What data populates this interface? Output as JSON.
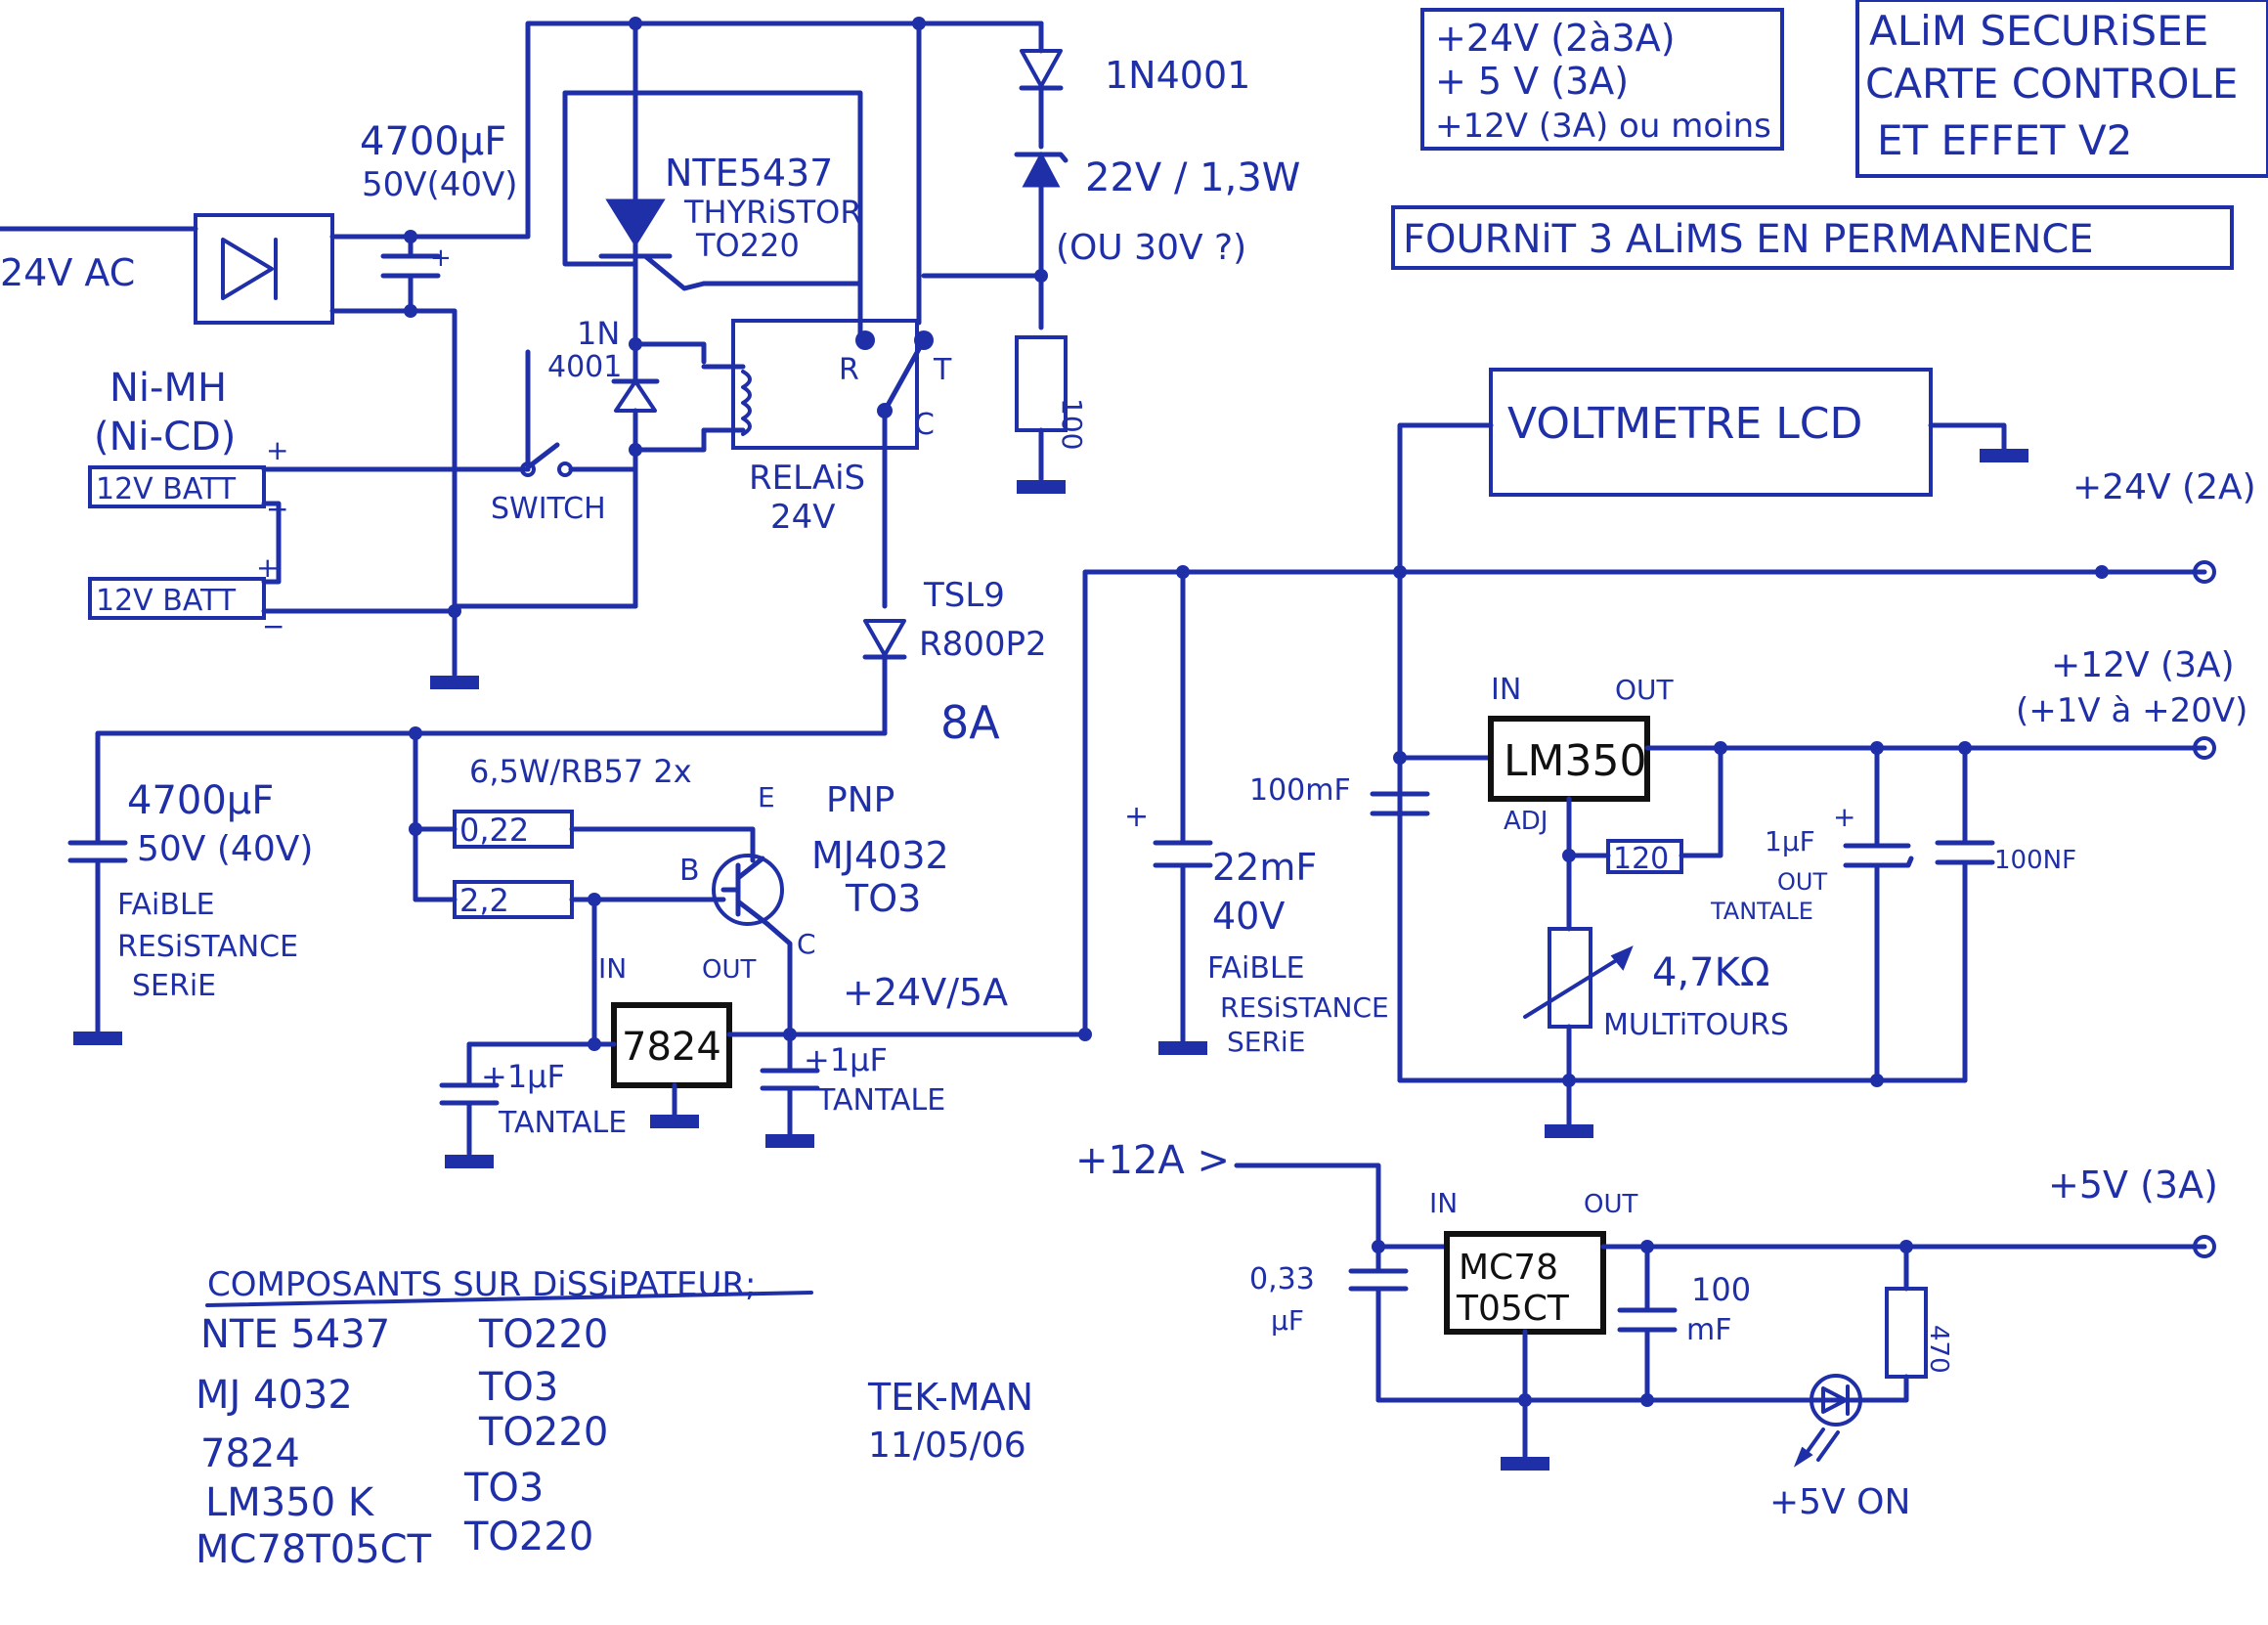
{
  "title_box": {
    "line1": "ALiM SECURiSEE",
    "line2": "CARTE CONTROLE",
    "line3": "ET EFFET V2"
  },
  "summary_box": {
    "line1": "+24V (2à3A)",
    "line2": "+ 5 V (3A)",
    "line3": "+12V (3A) ou moins"
  },
  "permanent_note": "FOURNiT 3 ALiMS EN PERMANENCE",
  "input": {
    "label": "24V AC"
  },
  "cap1": {
    "value": "4700µF",
    "voltage": "50V(40V)"
  },
  "batteries": {
    "type": "Ni-MH",
    "alt_type": "(Ni-CD)",
    "batt1": "12V BATT",
    "batt2": "12V BATT"
  },
  "switch": {
    "label": "SWITCH"
  },
  "diode_relay": {
    "line1": "1N",
    "line2": "4001"
  },
  "thyristor": {
    "part": "NTE5437",
    "type": "THYRiSTOR",
    "package": "TO220"
  },
  "relay": {
    "label": "RELAiS",
    "voltage": "24V",
    "pin_r": "R",
    "pin_t": "T",
    "pin_c": "C"
  },
  "diode_top": {
    "label": "1N4001"
  },
  "zener": {
    "value": "22V / 1,3W",
    "alt": "(OU 30V ?)"
  },
  "resistor_100": {
    "value": "100"
  },
  "diode_power": {
    "part": "TSL9",
    "ref": "R800P2",
    "current": "8A"
  },
  "cap2": {
    "value": "4700µF",
    "voltage": "50V (40V)",
    "note1": "FAiBLE",
    "note2": "RESiSTANCE",
    "note3": "SERiE"
  },
  "resistors_pnp": {
    "header": "6,5W/RB57  2x",
    "r1": "0,22",
    "r2": "2,2"
  },
  "transistor": {
    "type": "PNP",
    "part": "MJ4032",
    "package": "TO3",
    "pin_e": "E",
    "pin_b": "B",
    "pin_c": "C"
  },
  "reg_7824": {
    "label": "7824",
    "in": "IN",
    "out": "OUT"
  },
  "cap_tant_in": {
    "value": "+1µF",
    "type": "TANTALE"
  },
  "cap_tant_out": {
    "value": "+1µF",
    "type": "TANTALE"
  },
  "rail_24": {
    "label": "+24V/5A"
  },
  "cap_22m": {
    "value": "22mF",
    "voltage": "40V",
    "note1": "FAiBLE",
    "note2": "RESiSTANCE",
    "note3": "SERiE"
  },
  "cap_100m": {
    "value": "100mF"
  },
  "voltmeter": {
    "label": "VOLTMETRE LCD"
  },
  "out_24": {
    "label": "+24V (2A)"
  },
  "lm350": {
    "label": "LM350",
    "in": "IN",
    "out": "OUT",
    "adj": "ADJ"
  },
  "resistor_120": {
    "value": "120"
  },
  "pot": {
    "value": "4,7KΩ",
    "type": "MULTiTOURS"
  },
  "cap_1u_out": {
    "value": "1µF",
    "note1": "OUT",
    "note2": "TANTALE"
  },
  "cap_100n": {
    "value": "100NF"
  },
  "out_12": {
    "label": "+12V (3A)",
    "range": "(+1V à +20V)"
  },
  "feed_12": {
    "label": "+12A >"
  },
  "mc78": {
    "line1": "MC78",
    "line2": "T05CT",
    "in": "IN",
    "out": "OUT"
  },
  "cap_033": {
    "value": "0,33",
    "unit": "µF"
  },
  "cap_100m_5v": {
    "value": "100",
    "unit": "mF"
  },
  "resistor_470": {
    "value": "470"
  },
  "led": {
    "label": "+5V ON"
  },
  "out_5": {
    "label": "+5V (3A)"
  },
  "components": {
    "header": "COMPOSANTS SUR DiSSiPATEUR;",
    "rows": [
      {
        "part": "NTE 5437",
        "package": "TO220"
      },
      {
        "part": "MJ 4032",
        "package": "TO3"
      },
      {
        "part": "7824",
        "package": "TO220"
      },
      {
        "part": "LM350 K",
        "package": "TO3"
      },
      {
        "part": "MC78T05CT",
        "package": "TO220"
      }
    ]
  },
  "signature": {
    "author": "TEK-MAN",
    "date": "11/05/06"
  },
  "colors": {
    "ink": "#1f2fa8",
    "chip": "#111111",
    "paper": "#ffffff"
  }
}
